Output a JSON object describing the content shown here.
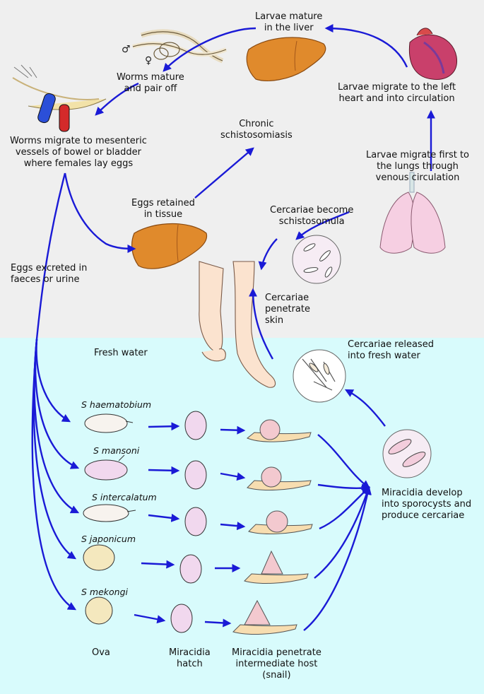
{
  "labels": {
    "larvae_liver": [
      "Larvae mature",
      "in the liver"
    ],
    "worms_pair": [
      "Worms mature",
      "and pair off"
    ],
    "worms_migrate": [
      "Worms migrate to mesenteric",
      "vessels of bowel or bladder",
      "where females lay eggs"
    ],
    "chronic": [
      "Chronic",
      "schistosomiasis"
    ],
    "larvae_heart": [
      "Larvae migrate to the left",
      "heart and into circulation"
    ],
    "larvae_lungs": [
      "Larvae migrate first to",
      "the lungs through",
      "venous circulation"
    ],
    "eggs_retained": [
      "Eggs retained",
      "in tissue"
    ],
    "cercariae_schisto": [
      "Cercariae become",
      "schistosomula"
    ],
    "eggs_excreted": [
      "Eggs excreted in",
      "faeces or urine"
    ],
    "cercariae_penetrate": [
      "Cercariae",
      "penetrate",
      "skin"
    ],
    "cercariae_released": [
      "Cercariae released",
      "into fresh water"
    ],
    "fresh_water": "Fresh water",
    "miracidia_develop": [
      "Miracidia develop",
      "into sporocysts and",
      "produce cercariae"
    ],
    "ova": "Ova",
    "miracidia_hatch": [
      "Miracidia",
      "hatch"
    ],
    "miracidia_penetrate": [
      "Miracidia penetrate",
      "intermediate host",
      "(snail)"
    ]
  },
  "species": [
    "S haematobium",
    "S mansoni",
    "S intercalatum",
    "S japonicum",
    "S mekongi"
  ],
  "sex_symbols": {
    "male": "♂",
    "female": "♀"
  },
  "colors": {
    "arrow": "#1a1ad6",
    "water": "#d8fbfc",
    "land": "#efefef",
    "liver": "#e08a2c",
    "lung": "#f6cfe2",
    "snail": "#f3c9cf",
    "egg": "#f1d8ee"
  }
}
